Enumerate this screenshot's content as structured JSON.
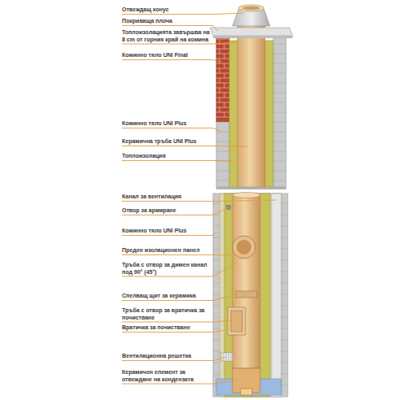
{
  "diagram": {
    "labels": [
      "Отвеждащ конус",
      "Покриваща плоча",
      "Топлоизолацията завършва на 8 cm от горния край на комина",
      "Коминно тяло UNI Final",
      "Коминно тяло UNI Plus",
      "Керамична тръба UNI Plus",
      "Топлоизолация",
      "Канал за вентилация",
      "Отвор за армиране",
      "Коминно тяло UNI Plus",
      "Преден изолационен панел",
      "Тръба с отвор за димен канал под 90° (45°)",
      "Спелващ щит за керамика",
      "Тръба с отвор за вратичка за почистване",
      "Вратичка за почистване",
      "Вентилационна решетка",
      "Керамичен елемент за отвеждане на кондензата"
    ]
  }
}
